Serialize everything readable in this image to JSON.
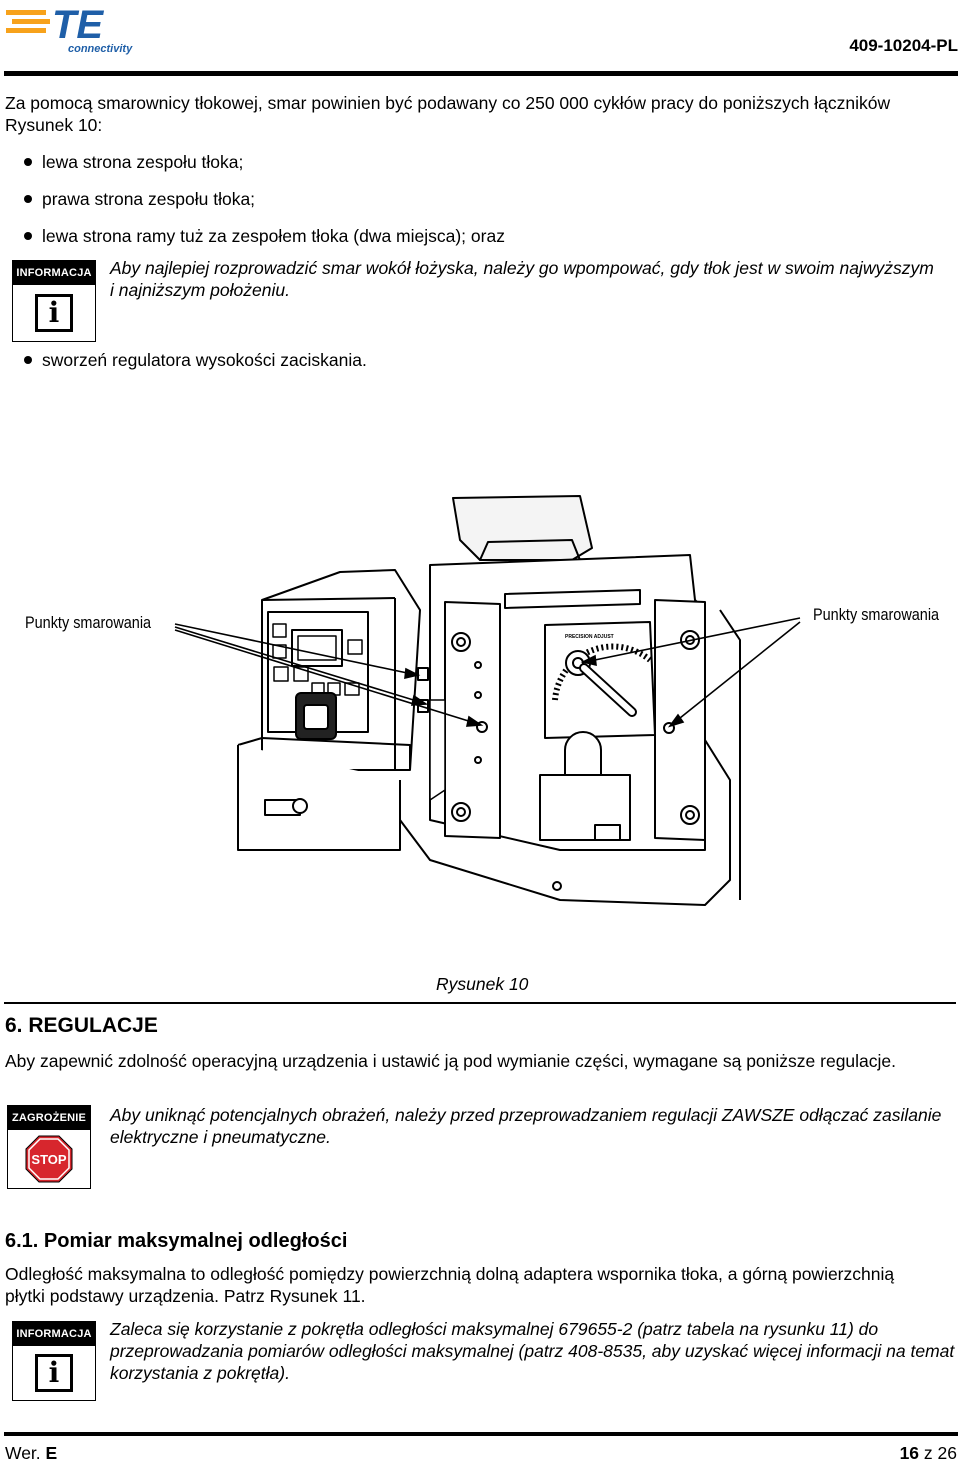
{
  "header": {
    "logo_mark": "TE",
    "logo_tagline": "connectivity",
    "doc_number": "409-10204-PL"
  },
  "intro": {
    "text": "Za pomocą smarownicy tłokowej, smar powinien być podawany co 250 000 cykłów pracy do poniższych łączników Rysunek 10:",
    "bullets": [
      "lewa strona zespołu tłoka;",
      "prawa strona zespołu tłoka;",
      "lewa strona ramy tuż za zespołem tłoka (dwa miejsca); oraz"
    ],
    "note_label": "INFORMACJA",
    "note_text": "Aby najlepiej rozprowadzić smar wokół łożyska, należy go wpompować, gdy tłok jest w swoim najwyższym i najniższym położeniu.",
    "last_bullet": "sworzeń regulatora wysokości zaciskania."
  },
  "figure": {
    "callout_left": "Punkty smarowania",
    "callout_right": "Punkty smarowania",
    "panel_label": "PRECISION ADJUST",
    "caption": "Rysunek 10"
  },
  "section6": {
    "heading": "6. REGULACJE",
    "text": "Aby zapewnić zdolność operacyjną urządzenia i ustawić ją pod wymianie części, wymagane są poniższe regulacje.",
    "danger_label": "ZAGROŻENIE",
    "stop_text": "STOP",
    "danger_text": "Aby uniknąć potencjalnych obrażeń, należy przed przeprowadzaniem regulacji ZAWSZE odłączać zasilanie elektryczne i pneumatyczne."
  },
  "section61": {
    "heading": "6.1. Pomiar maksymalnej odległości",
    "text": "Odległość maksymalna to odległość pomiędzy powierzchnią dolną adaptera wspornika tłoka, a górną powierzchnią płytki podstawy urządzenia. Patrz Rysunek 11.",
    "note_label": "INFORMACJA",
    "note_text": "Zaleca się korzystanie z pokrętła odległości maksymalnej 679655-2 (patrz tabela na rysunku 11) do przeprowadzania pomiarów odległości maksymalnej (patrz 408-8535, aby uzyskać więcej informacji na temat korzystania z pokrętła)."
  },
  "footer": {
    "revision_prefix": "Wer. ",
    "revision": "E",
    "page_current": "16",
    "page_sep": " z ",
    "page_total": "26"
  },
  "icons": {
    "info": "info-icon",
    "stop": "stop-sign-icon",
    "logo": "te-logo-icon"
  },
  "colors": {
    "logo_orange": "#f7a21b",
    "logo_blue": "#1f5fa8",
    "stop_red": "#d7262d"
  }
}
